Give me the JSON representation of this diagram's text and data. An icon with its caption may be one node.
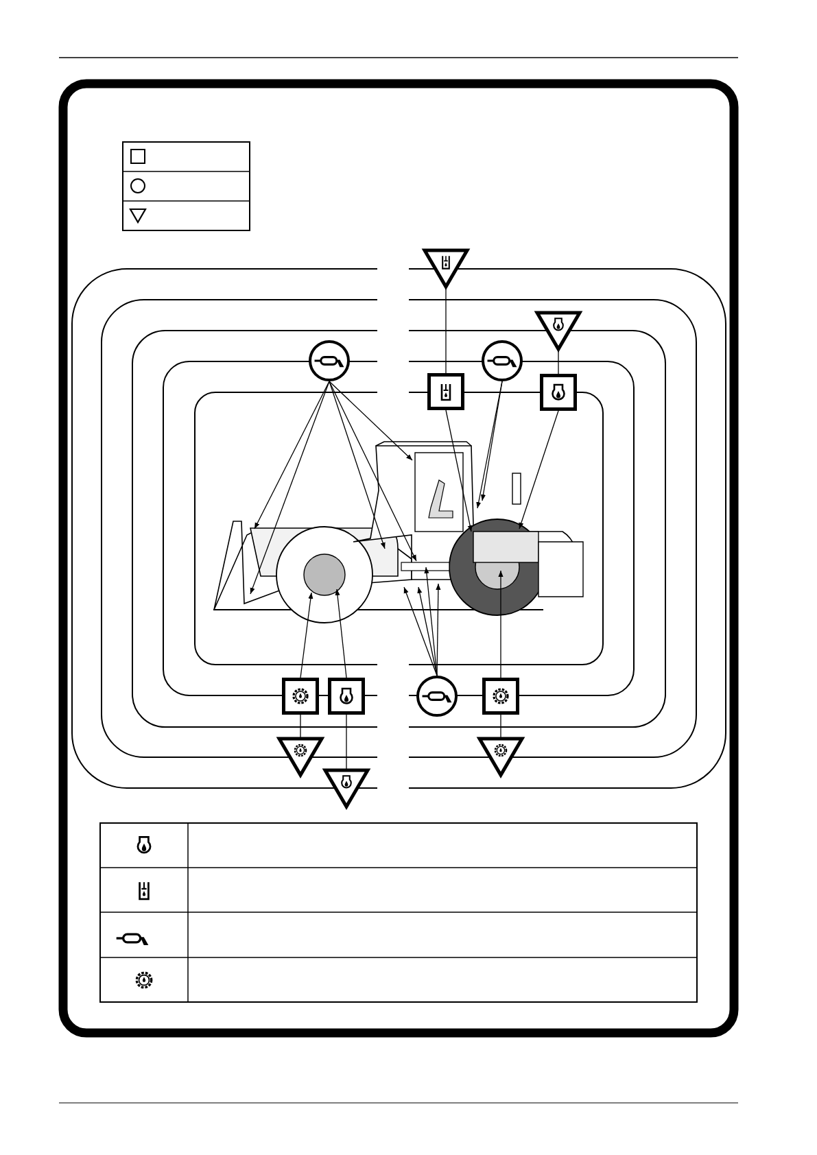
{
  "diagram": {
    "nodes": [
      {
        "text": [],
        "shape": "triangle"
      },
      {
        "text": [],
        "shape": "triangle"
      },
      {
        "text": [],
        "shape": "circle"
      },
      {
        "text": [],
        "shape": "circle"
      },
      {
        "text": [],
        "shape": "box"
      },
      {
        "text": [],
        "shape": "box"
      },
      {
        "text": [],
        "shape": "box"
      },
      {
        "text": [],
        "shape": "box"
      },
      {
        "text": [],
        "shape": "circle"
      },
      {
        "text": [],
        "shape": "box"
      },
      {
        "text": [],
        "shape": "triangle"
      },
      {
        "text": [],
        "shape": "triangle"
      },
      {
        "text": [],
        "shape": "triangle"
      }
    ],
    "edges": [
      {
        "from": 0,
        "to": 4,
        "arrow": "none"
      },
      {
        "from": 1,
        "to": 5,
        "arrow": "none"
      },
      {
        "from": 4,
        "to": null,
        "arrow": "to"
      },
      {
        "from": 5,
        "to": null,
        "arrow": "to"
      },
      {
        "from": 2,
        "to": null,
        "arrow": "to"
      },
      {
        "from": 2,
        "to": null,
        "arrow": "to"
      },
      {
        "from": 2,
        "to": null,
        "arrow": "to"
      },
      {
        "from": 2,
        "to": null,
        "arrow": "to"
      },
      {
        "from": 2,
        "to": null,
        "arrow": "to"
      },
      {
        "from": 3,
        "to": null,
        "arrow": "to"
      },
      {
        "from": 3,
        "to": null,
        "arrow": "to"
      },
      {
        "from": 6,
        "to": 10,
        "arrow": "none"
      },
      {
        "from": 6,
        "to": null,
        "arrow": "to"
      },
      {
        "from": 7,
        "to": 12,
        "arrow": "none"
      },
      {
        "from": 7,
        "to": null,
        "arrow": "to"
      },
      {
        "from": 8,
        "to": null,
        "arrow": "to"
      },
      {
        "from": 8,
        "to": null,
        "arrow": "to"
      },
      {
        "from": 8,
        "to": null,
        "arrow": "to"
      },
      {
        "from": 8,
        "to": null,
        "arrow": "to"
      },
      {
        "from": 9,
        "to": 11,
        "arrow": "none"
      },
      {
        "from": 9,
        "to": null,
        "arrow": "to"
      }
    ]
  }
}
